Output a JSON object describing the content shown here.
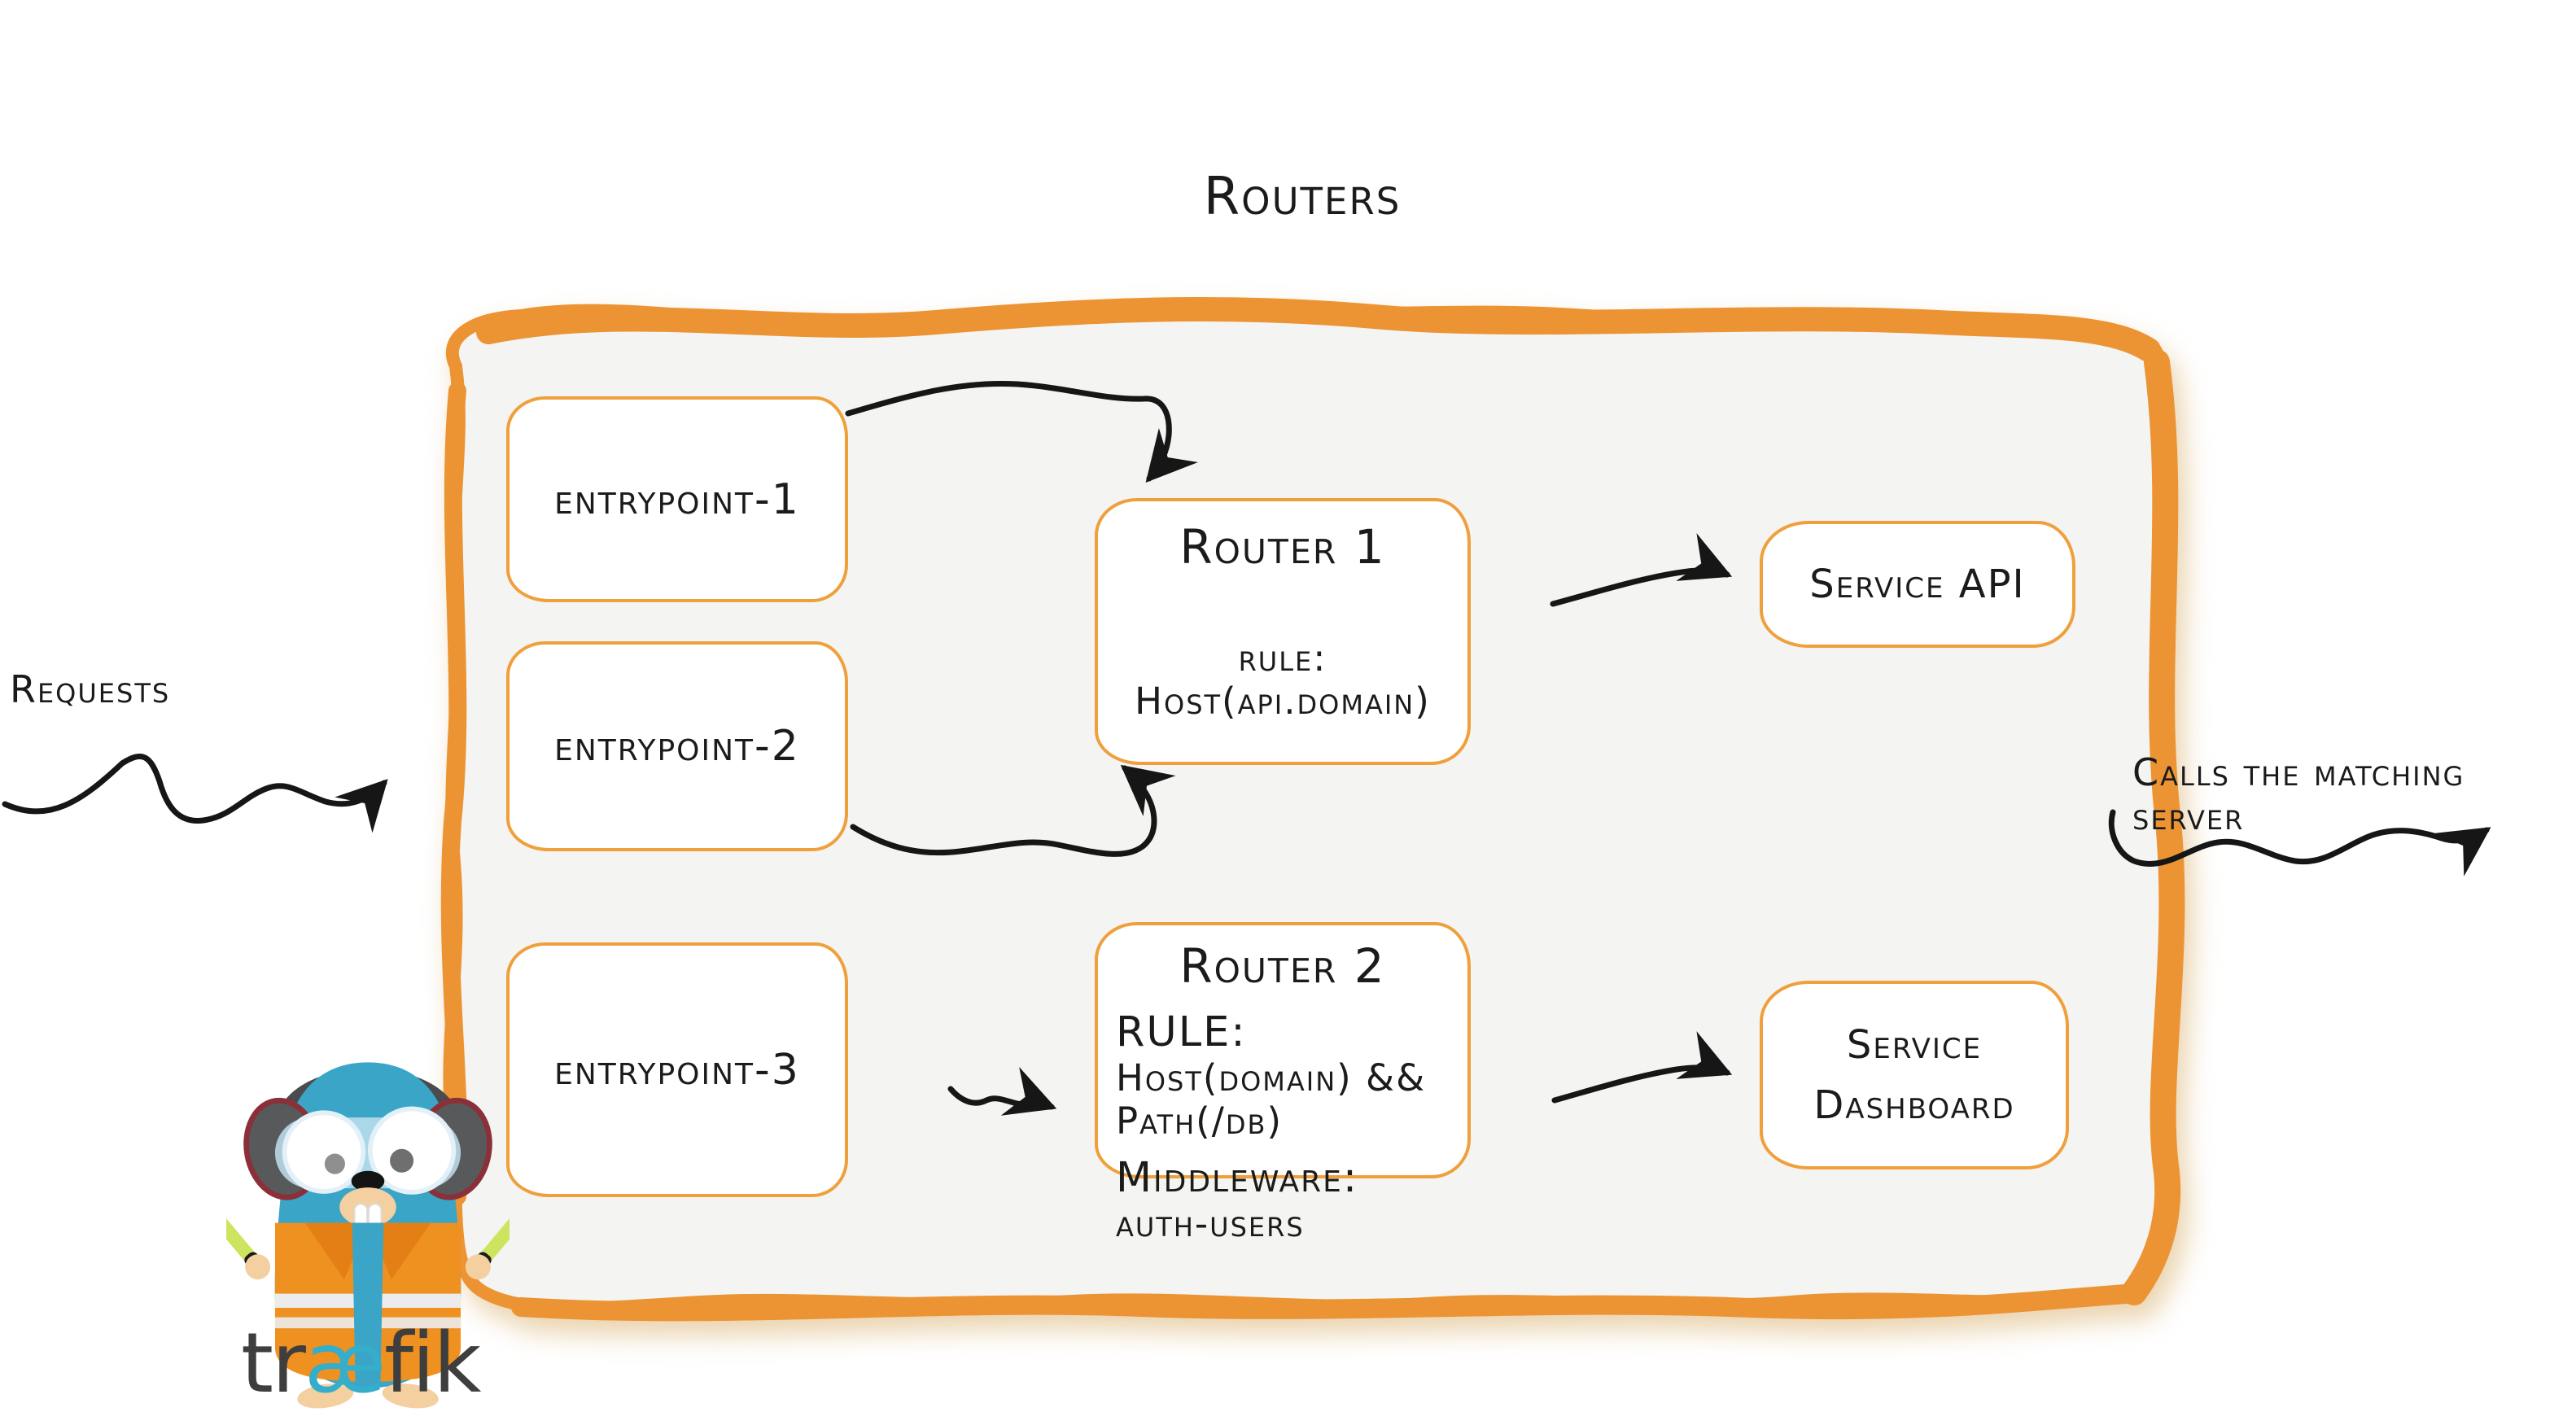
{
  "title": "Routers",
  "labels": {
    "requests": "Requests",
    "calls": "Calls the matching server"
  },
  "entrypoints": [
    {
      "label": "entrypoint-1"
    },
    {
      "label": "entrypoint-2"
    },
    {
      "label": "entrypoint-3"
    }
  ],
  "routers": [
    {
      "name": "Router 1",
      "rule_label": "rule:",
      "rule_value": "Host(api.domain)"
    },
    {
      "name": "Router 2",
      "rule_label": "RULE:",
      "rule_value": "Host(domain) && Path(/db)",
      "middleware_label": "Middleware:",
      "middleware_value": "auth-users"
    }
  ],
  "services": [
    {
      "label": "Service API"
    },
    {
      "label": "Service Dashboard"
    }
  ],
  "logo": {
    "prefix": "tr",
    "ligature": "æ",
    "suffix": "fik"
  },
  "colors": {
    "container_border": "#ec9434",
    "box_border": "#efa03c",
    "container_fill": "#f4f4f3",
    "ink": "#1b1b1b",
    "mascot_teal": "#3aa5c6",
    "vest_orange": "#ef9120",
    "wordmark_gray": "#3e3e3e",
    "wordmark_teal": "#35aecb"
  }
}
